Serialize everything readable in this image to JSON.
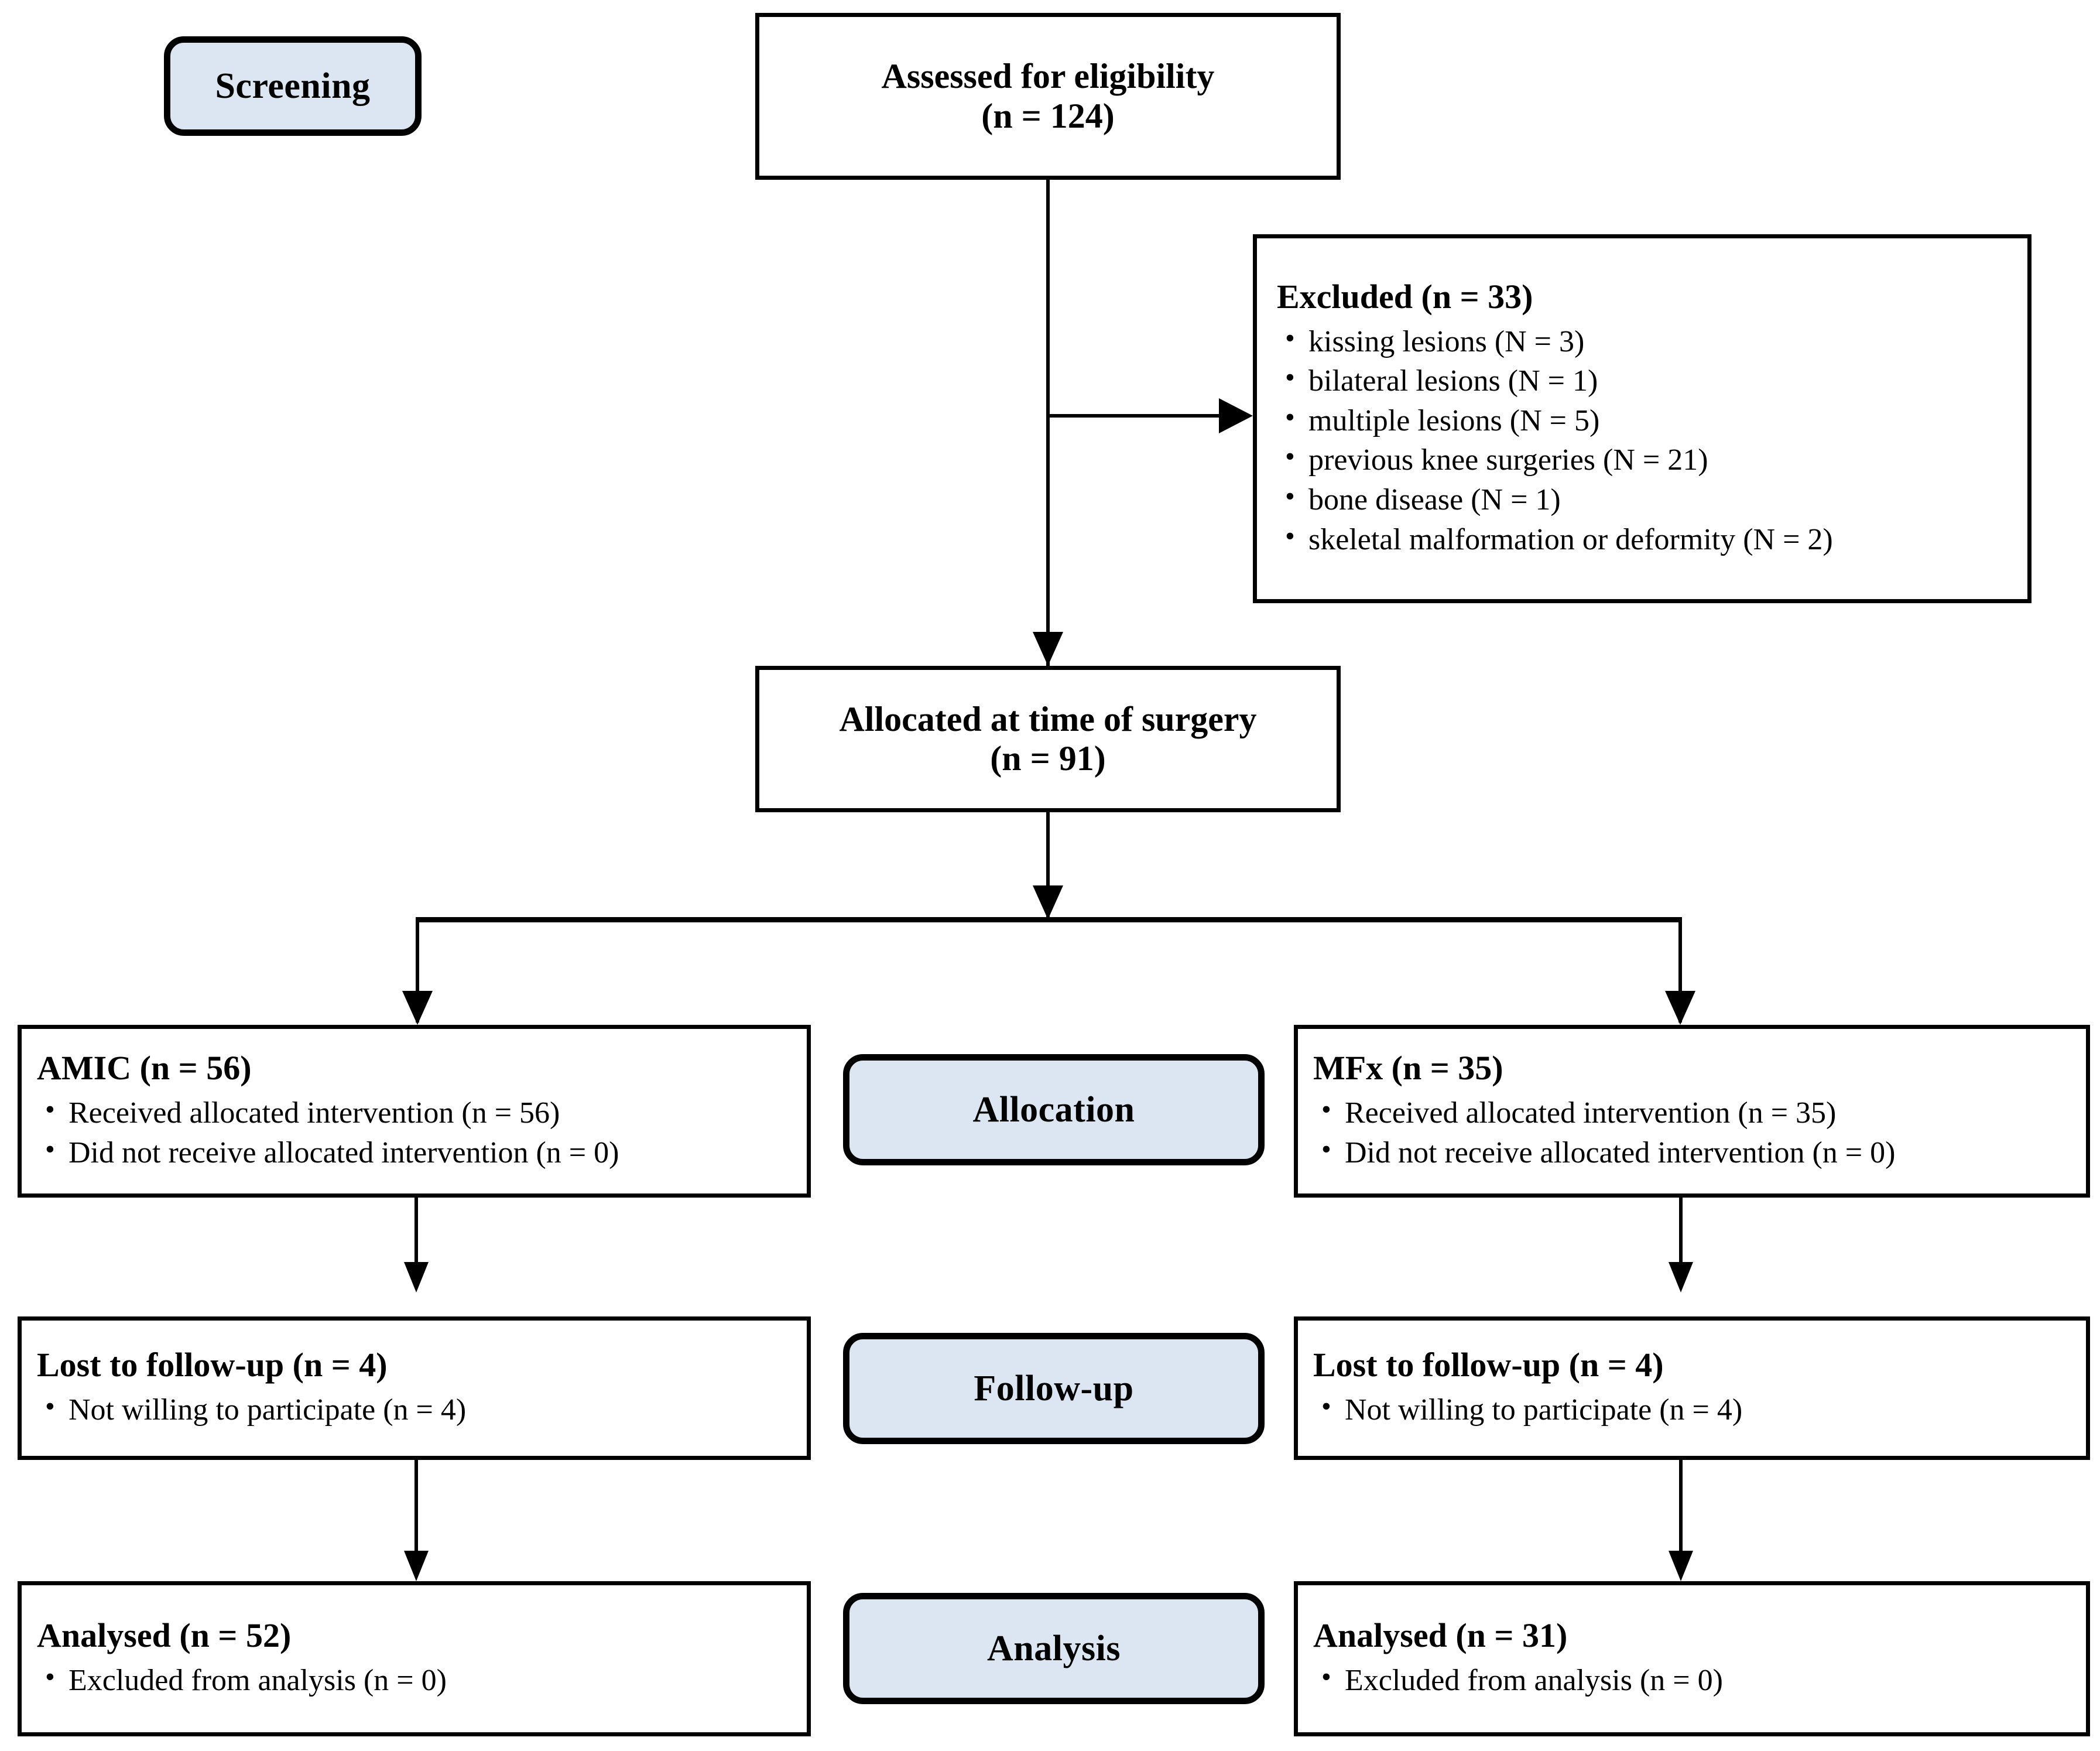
{
  "diagram": {
    "title": "CONSORT participant flow diagram",
    "type": "flowchart",
    "accent_color": "#dbe6f2",
    "border_color": "#000000",
    "background_color": "#ffffff"
  },
  "stages": {
    "screening": "Screening",
    "allocation": "Allocation",
    "followup": "Follow-up",
    "analysis": "Analysis"
  },
  "screening": {
    "assessed": {
      "line1": "Assessed for eligibility",
      "line2": "(n = 124)"
    },
    "excluded": {
      "header": "Excluded (n = 33)",
      "reasons": [
        "kissing lesions (N = 3)",
        "bilateral lesions (N = 1)",
        "multiple lesions (N = 5)",
        "previous knee surgeries (N = 21)",
        "bone disease (N = 1)",
        "skeletal malformation or deformity (N = 2)"
      ]
    },
    "allocated": {
      "line1": "Allocated at time of surgery",
      "line2": "(n = 91)"
    }
  },
  "arms": {
    "left": {
      "allocation": {
        "header": "AMIC (n = 56)",
        "items": [
          "Received allocated intervention (n = 56)",
          "Did not receive allocated intervention (n = 0)"
        ]
      },
      "followup": {
        "header": "Lost to follow-up (n = 4)",
        "items": [
          "Not willing to participate (n = 4)"
        ]
      },
      "analysis": {
        "header": "Analysed (n = 52)",
        "items": [
          "Excluded from analysis (n = 0)"
        ]
      }
    },
    "right": {
      "allocation": {
        "header": "MFx (n = 35)",
        "items": [
          "Received allocated intervention (n = 35)",
          "Did not receive allocated intervention (n = 0)"
        ]
      },
      "followup": {
        "header": "Lost to follow-up (n = 4)",
        "items": [
          "Not willing to participate (n = 4)"
        ]
      },
      "analysis": {
        "header": "Analysed (n = 31)",
        "items": [
          "Excluded from analysis (n = 0)"
        ]
      }
    }
  },
  "chart_data": {
    "type": "flow",
    "nodes": [
      {
        "id": "assessed",
        "label": "Assessed for eligibility",
        "n": 124
      },
      {
        "id": "excluded",
        "label": "Excluded",
        "n": 33
      },
      {
        "id": "allocated",
        "label": "Allocated at time of surgery",
        "n": 91
      },
      {
        "id": "amic_alloc",
        "label": "AMIC",
        "n": 56
      },
      {
        "id": "mfx_alloc",
        "label": "MFx",
        "n": 35
      },
      {
        "id": "amic_lost",
        "label": "Lost to follow-up",
        "n": 4
      },
      {
        "id": "mfx_lost",
        "label": "Lost to follow-up",
        "n": 4
      },
      {
        "id": "amic_analysed",
        "label": "Analysed",
        "n": 52
      },
      {
        "id": "mfx_analysed",
        "label": "Analysed",
        "n": 31
      }
    ],
    "exclusion_reasons": [
      {
        "reason": "kissing lesions",
        "n": 3
      },
      {
        "reason": "bilateral lesions",
        "n": 1
      },
      {
        "reason": "multiple lesions",
        "n": 5
      },
      {
        "reason": "previous knee surgeries",
        "n": 21
      },
      {
        "reason": "bone disease",
        "n": 1
      },
      {
        "reason": "skeletal malformation or deformity",
        "n": 2
      }
    ]
  }
}
